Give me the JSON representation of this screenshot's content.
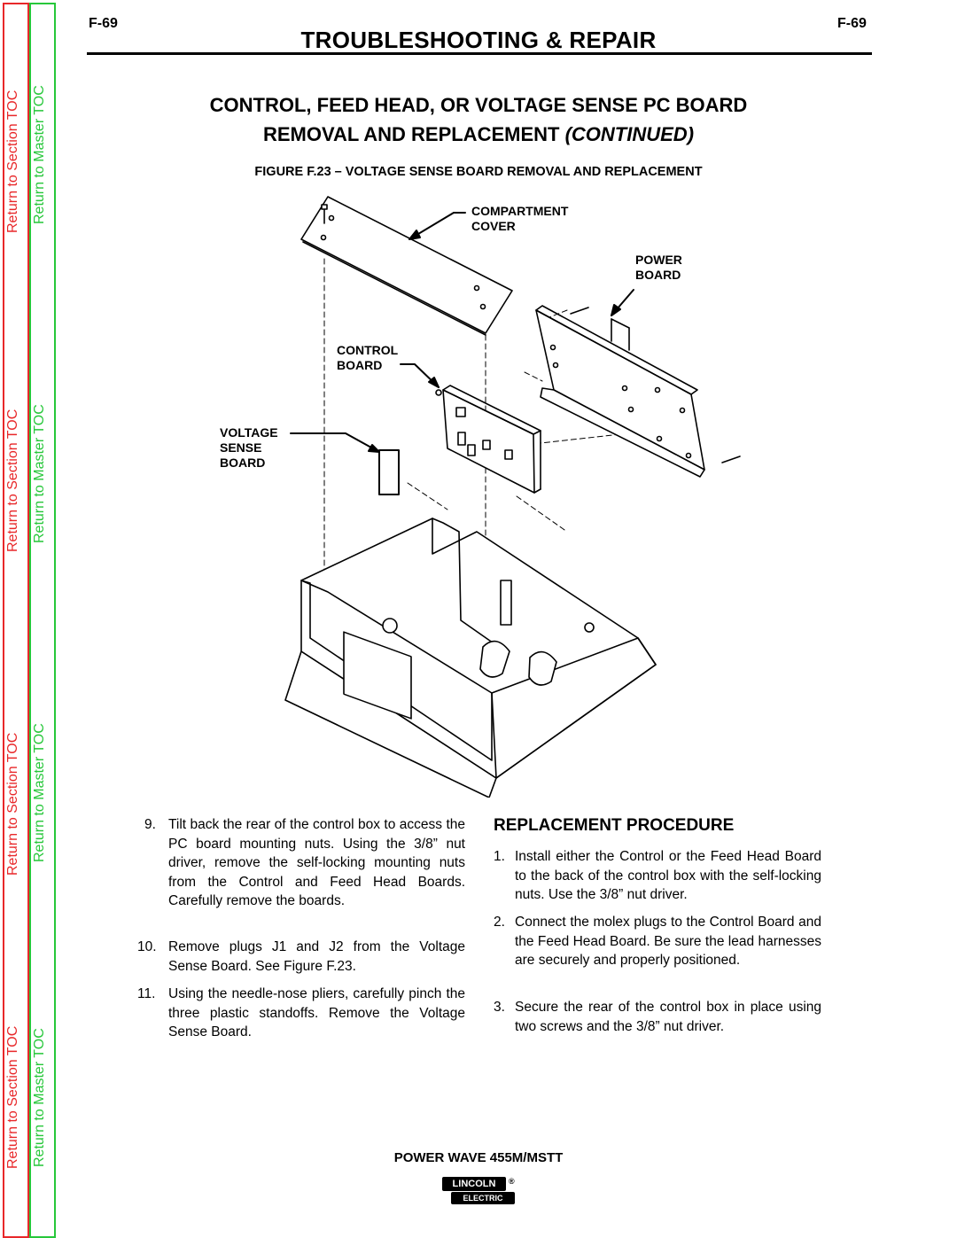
{
  "toc": {
    "section": "Return to Section TOC",
    "master": "Return to Master TOC"
  },
  "header": {
    "page_left": "F-69",
    "page_right": "F-69",
    "title": "TROUBLESHOOTING & REPAIR"
  },
  "section": {
    "title_line1": "CONTROL, FEED HEAD, OR VOLTAGE SENSE PC BOARD",
    "title_line2_plain": "REMOVAL AND REPLACEMENT",
    "title_line2_italic": "(CONTINUED)"
  },
  "figure": {
    "caption": "FIGURE F.23 – VOLTAGE SENSE BOARD REMOVAL AND REPLACEMENT",
    "labels": {
      "compartment_1": "COMPARTMENT",
      "compartment_2": "COVER",
      "power_1": "POWER",
      "power_2": "BOARD",
      "control_1": "CONTROL",
      "control_2": "BOARD",
      "voltage_1": "VOLTAGE",
      "voltage_2": "SENSE",
      "voltage_3": "BOARD"
    }
  },
  "left_steps": [
    {
      "num": "9.",
      "text": "Tilt back the rear of the control box to access the PC board mounting nuts. Using the 3/8” nut driver, remove the self-locking mounting nuts from the Control and Feed Head Boards. Carefully remove the boards."
    },
    {
      "num": "10.",
      "text": "Remove plugs J1 and J2 from the Voltage Sense Board. See Figure F.23."
    },
    {
      "num": "11.",
      "text": "Using the needle-nose pliers, carefully pinch the three plastic standoffs. Remove the Voltage Sense Board."
    }
  ],
  "replacement": {
    "heading": "REPLACEMENT PROCEDURE",
    "steps": [
      {
        "num": "1.",
        "text": "Install either the Control or the Feed Head Board to the back of the control box with the self-locking nuts. Use the 3/8” nut driver."
      },
      {
        "num": "2.",
        "text": "Connect the molex plugs to the Control Board and the Feed Head Board. Be sure the lead harnesses are securely and properly positioned."
      },
      {
        "num": "3.",
        "text": "Secure the rear of the control box in place using two screws and the 3/8” nut driver."
      }
    ]
  },
  "footer": {
    "model": "POWER WAVE 455M/MSTT",
    "logo_top": "LINCOLN",
    "logo_bottom": "ELECTRIC",
    "logo_reg": "®"
  }
}
